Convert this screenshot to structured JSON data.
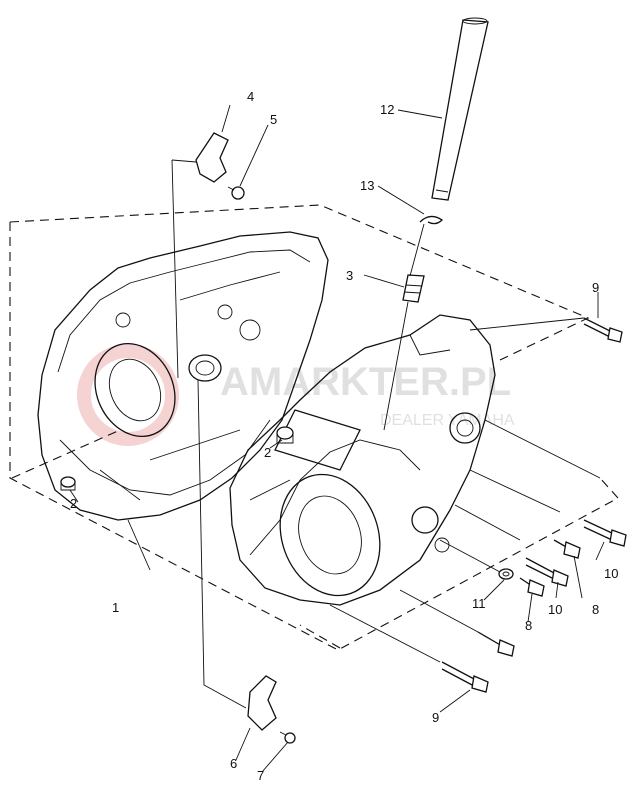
{
  "labels": {
    "l1": "1",
    "l2a": "2",
    "l2b": "2",
    "l3": "3",
    "l4": "4",
    "l5": "5",
    "l6": "6",
    "l7": "7",
    "l8a": "8",
    "l8b": "8",
    "l9a": "9",
    "l9b": "9",
    "l10a": "10",
    "l10b": "10",
    "l11": "11",
    "l12": "12",
    "l13": "13"
  },
  "watermark": {
    "brand": "AMARKTER.PL",
    "tagline": "DEALER YAMAHA"
  },
  "colors": {
    "ink": "#111111",
    "watermark_accent": "#e07a7a",
    "watermark_gray": "#c8c8c8"
  }
}
